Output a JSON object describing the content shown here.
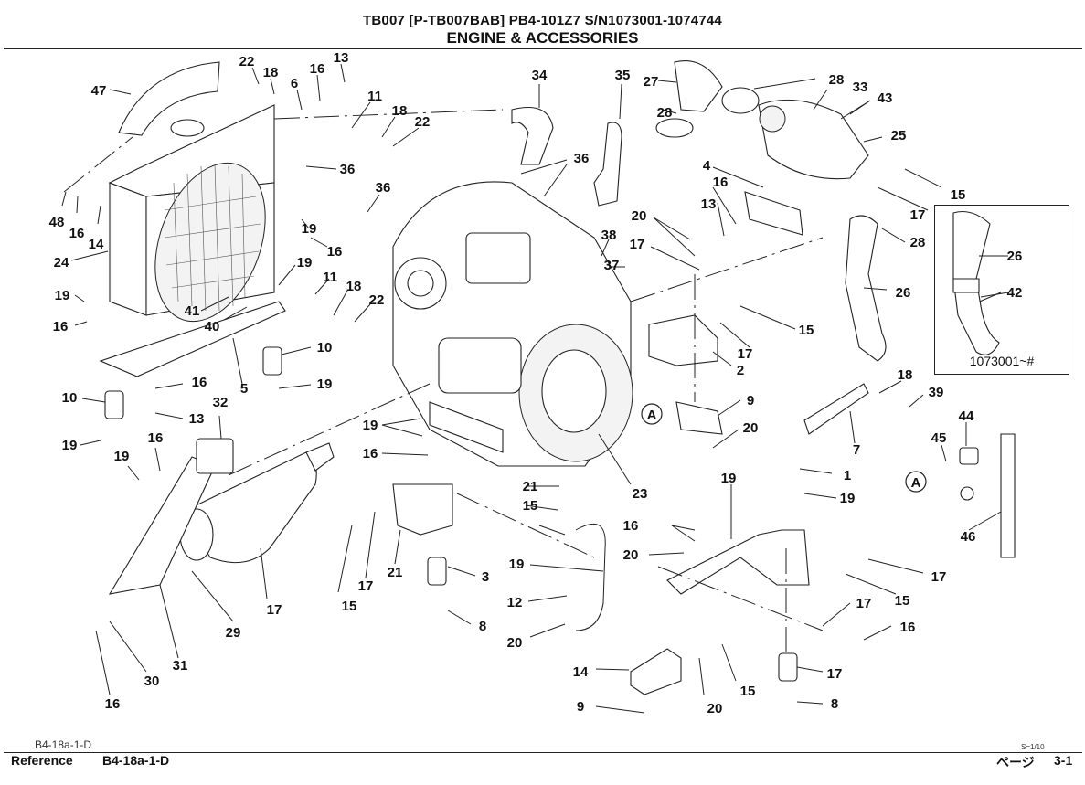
{
  "header": {
    "title_line1": "TB007 [P-TB007BAB]  PB4-101Z7  S/N1073001-1074744",
    "title_line2": "ENGINE & ACCESSORIES"
  },
  "diagram": {
    "inset_caption": "1073001~#",
    "reference_marker": "A",
    "callouts": [
      {
        "id": "47"
      },
      {
        "id": "22"
      },
      {
        "id": "18"
      },
      {
        "id": "6"
      },
      {
        "id": "16"
      },
      {
        "id": "13"
      },
      {
        "id": "11"
      },
      {
        "id": "18"
      },
      {
        "id": "22"
      },
      {
        "id": "36"
      },
      {
        "id": "48"
      },
      {
        "id": "16"
      },
      {
        "id": "14"
      },
      {
        "id": "24"
      },
      {
        "id": "19"
      },
      {
        "id": "16"
      },
      {
        "id": "19"
      },
      {
        "id": "11"
      },
      {
        "id": "18"
      },
      {
        "id": "22"
      },
      {
        "id": "19"
      },
      {
        "id": "16"
      },
      {
        "id": "41"
      },
      {
        "id": "40"
      },
      {
        "id": "10"
      },
      {
        "id": "19"
      },
      {
        "id": "5"
      },
      {
        "id": "10"
      },
      {
        "id": "16"
      },
      {
        "id": "13"
      },
      {
        "id": "19"
      },
      {
        "id": "32"
      },
      {
        "id": "16"
      },
      {
        "id": "19"
      },
      {
        "id": "34"
      },
      {
        "id": "35"
      },
      {
        "id": "36"
      },
      {
        "id": "36"
      },
      {
        "id": "27"
      },
      {
        "id": "28"
      },
      {
        "id": "28"
      },
      {
        "id": "33"
      },
      {
        "id": "43"
      },
      {
        "id": "25"
      },
      {
        "id": "4"
      },
      {
        "id": "16"
      },
      {
        "id": "13"
      },
      {
        "id": "15"
      },
      {
        "id": "17"
      },
      {
        "id": "20"
      },
      {
        "id": "38"
      },
      {
        "id": "17"
      },
      {
        "id": "37"
      },
      {
        "id": "28"
      },
      {
        "id": "26"
      },
      {
        "id": "26"
      },
      {
        "id": "42"
      },
      {
        "id": "15"
      },
      {
        "id": "17"
      },
      {
        "id": "2"
      },
      {
        "id": "9"
      },
      {
        "id": "20"
      },
      {
        "id": "18"
      },
      {
        "id": "39"
      },
      {
        "id": "7"
      },
      {
        "id": "44"
      },
      {
        "id": "45"
      },
      {
        "id": "46"
      },
      {
        "id": "23"
      },
      {
        "id": "19"
      },
      {
        "id": "16"
      },
      {
        "id": "15"
      },
      {
        "id": "17"
      },
      {
        "id": "21"
      },
      {
        "id": "3"
      },
      {
        "id": "8"
      },
      {
        "id": "19"
      },
      {
        "id": "12"
      },
      {
        "id": "20"
      },
      {
        "id": "21"
      },
      {
        "id": "15"
      },
      {
        "id": "17"
      },
      {
        "id": "29"
      },
      {
        "id": "31"
      },
      {
        "id": "30"
      },
      {
        "id": "16"
      },
      {
        "id": "19"
      },
      {
        "id": "1"
      },
      {
        "id": "19"
      },
      {
        "id": "16"
      },
      {
        "id": "20"
      },
      {
        "id": "17"
      },
      {
        "id": "15"
      },
      {
        "id": "17"
      },
      {
        "id": "16"
      },
      {
        "id": "14"
      },
      {
        "id": "9"
      },
      {
        "id": "20"
      },
      {
        "id": "15"
      },
      {
        "id": "17"
      },
      {
        "id": "8"
      },
      {
        "id": "19"
      }
    ]
  },
  "footer": {
    "diagram_code": "B4-18a-1-D",
    "reference_label": "Reference",
    "reference_code": "B4-18a-1-D",
    "scale": "S=1/10",
    "page_label": "ページ",
    "page_number": "3-1"
  }
}
